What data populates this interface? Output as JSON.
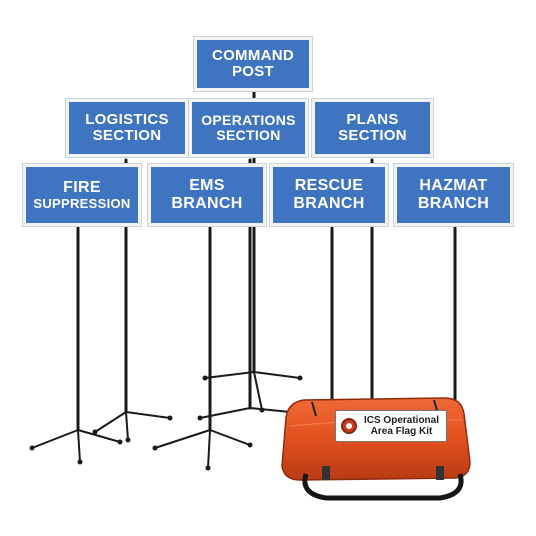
{
  "signs": {
    "command_post": [
      "COMMAND",
      "POST"
    ],
    "logistics": [
      "LOGISTICS",
      "SECTION"
    ],
    "operations": [
      "OPERATIONS",
      "SECTION"
    ],
    "plans": [
      "PLANS",
      "SECTION"
    ],
    "fire": [
      "FIRE",
      "SUPPRESSION"
    ],
    "ems": [
      "EMS",
      "BRANCH"
    ],
    "rescue": [
      "RESCUE",
      "BRANCH"
    ],
    "hazmat": [
      "HAZMAT",
      "BRANCH"
    ]
  },
  "bag_label": [
    "ICS Operational",
    "Area Flag Kit"
  ],
  "colors": {
    "sign_blue": "#3f74c0",
    "bag_orange": "#e2501f",
    "pole_black": "#1a1a1a"
  }
}
